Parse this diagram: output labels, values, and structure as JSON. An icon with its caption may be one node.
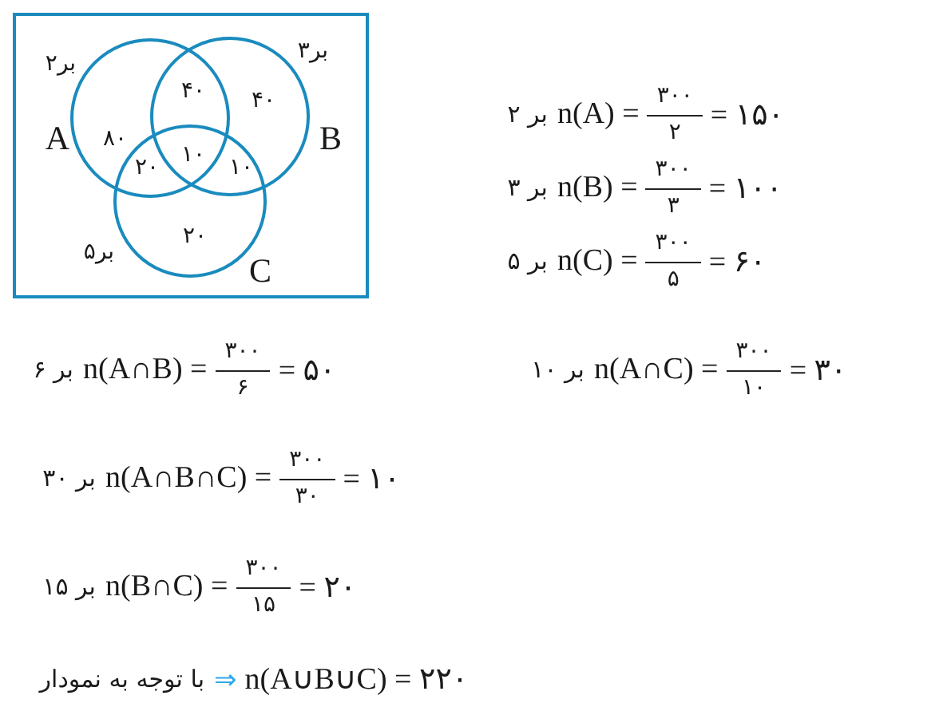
{
  "diagram": {
    "nodes": [
      {
        "text": [],
        "shape": "box"
      },
      {
        "text": [
          "A"
        ],
        "in": 0
      },
      {
        "text": [
          "B"
        ],
        "in": 0
      },
      {
        "text": [
          "C"
        ],
        "in": 0
      }
    ],
    "edges": [],
    "labels": [
      "بر۲",
      "بر۳",
      "۸۰",
      "۴۰",
      "۴۰",
      "۲۰",
      "۱۰",
      "۱۰",
      "۲۰",
      "بر۵",
      "بر ۲",
      "n(A) =",
      "۳۰۰",
      "۲",
      "= ۱۵۰",
      "بر ۳",
      "n(B) =",
      "۳۰۰",
      "۳",
      "= ۱۰۰",
      "بر ۵",
      "n(C) =",
      "۳۰۰",
      "۵",
      "= ۶۰",
      "بر ۶",
      "n(A∩B) =",
      "۳۰۰",
      "۶",
      "= ۵۰",
      "بر ۱۰",
      "n(A∩C) =",
      "۳۰۰",
      "۱۰",
      "= ۳۰",
      "بر ۳۰",
      "n(A∩B∩C) =",
      "۳۰۰",
      "۳۰",
      "= ۱۰",
      "بر ۱۵",
      "n(B∩C) =",
      "۳۰۰",
      "۱۵",
      "= ۲۰",
      "با توجه به نمودار",
      "⇒",
      "n(A∪B∪C) = ۲۲۰"
    ]
  }
}
